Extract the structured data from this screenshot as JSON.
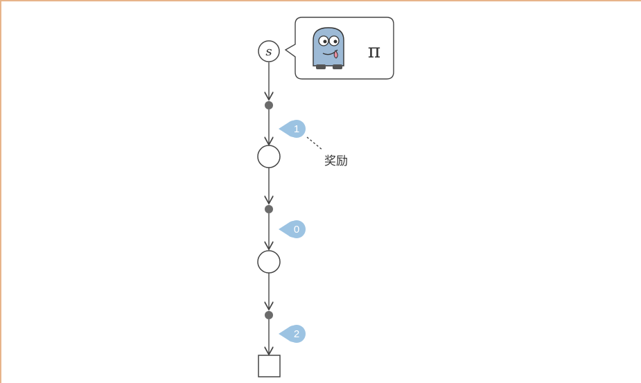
{
  "diagram": {
    "start_state_label": "s",
    "policy_symbol": "π",
    "rewards": [
      "1",
      "0",
      "2"
    ],
    "reward_annotation": "奖励"
  },
  "colors": {
    "frame_border": "#e7b48a",
    "line": "#444444",
    "action_dot": "#6b6b6b",
    "reward_bubble": "#9cc3e2",
    "robot_body": "#9dbad6"
  },
  "icons": {
    "agent": "robot-agent-icon",
    "terminal": "terminal-square-icon"
  }
}
